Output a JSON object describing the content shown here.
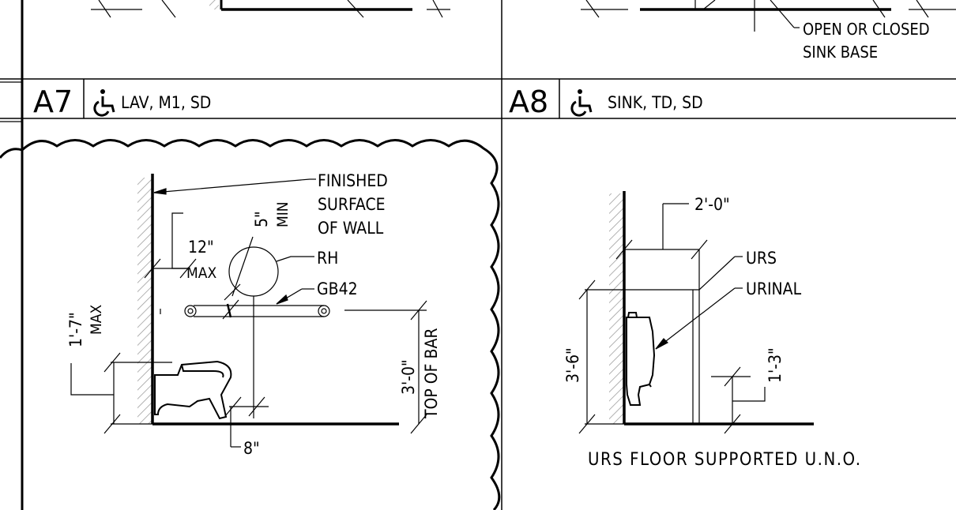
{
  "top_right": {
    "note_line1": "OPEN OR CLOSED",
    "note_line2": "SINK BASE"
  },
  "a7": {
    "id": "A7",
    "title": "LAV, M1, SD",
    "notes": {
      "finished_1": "FINISHED",
      "finished_2": "SURFACE",
      "finished_3": "OF WALL",
      "rh": "RH",
      "gb42": "GB42"
    },
    "dims": {
      "five_in": "5\"",
      "min": "MIN",
      "twelve_in": "12\"",
      "max": "MAX",
      "one_seven": "1'-7\"",
      "max2": "MAX",
      "three_zero": "3'-0\"",
      "top_of_bar": "TOP OF BAR",
      "eight_in": "8\""
    }
  },
  "a8": {
    "id": "A8",
    "title": "SINK, TD, SD",
    "notes": {
      "urs": "URS",
      "urinal": "URINAL",
      "caption": "URS FLOOR SUPPORTED U.N.O."
    },
    "dims": {
      "two_zero": "2'-0\"",
      "three_six": "3'-6\"",
      "one_three": "1'-3\""
    }
  },
  "icons": [
    "accessibility-icon"
  ]
}
